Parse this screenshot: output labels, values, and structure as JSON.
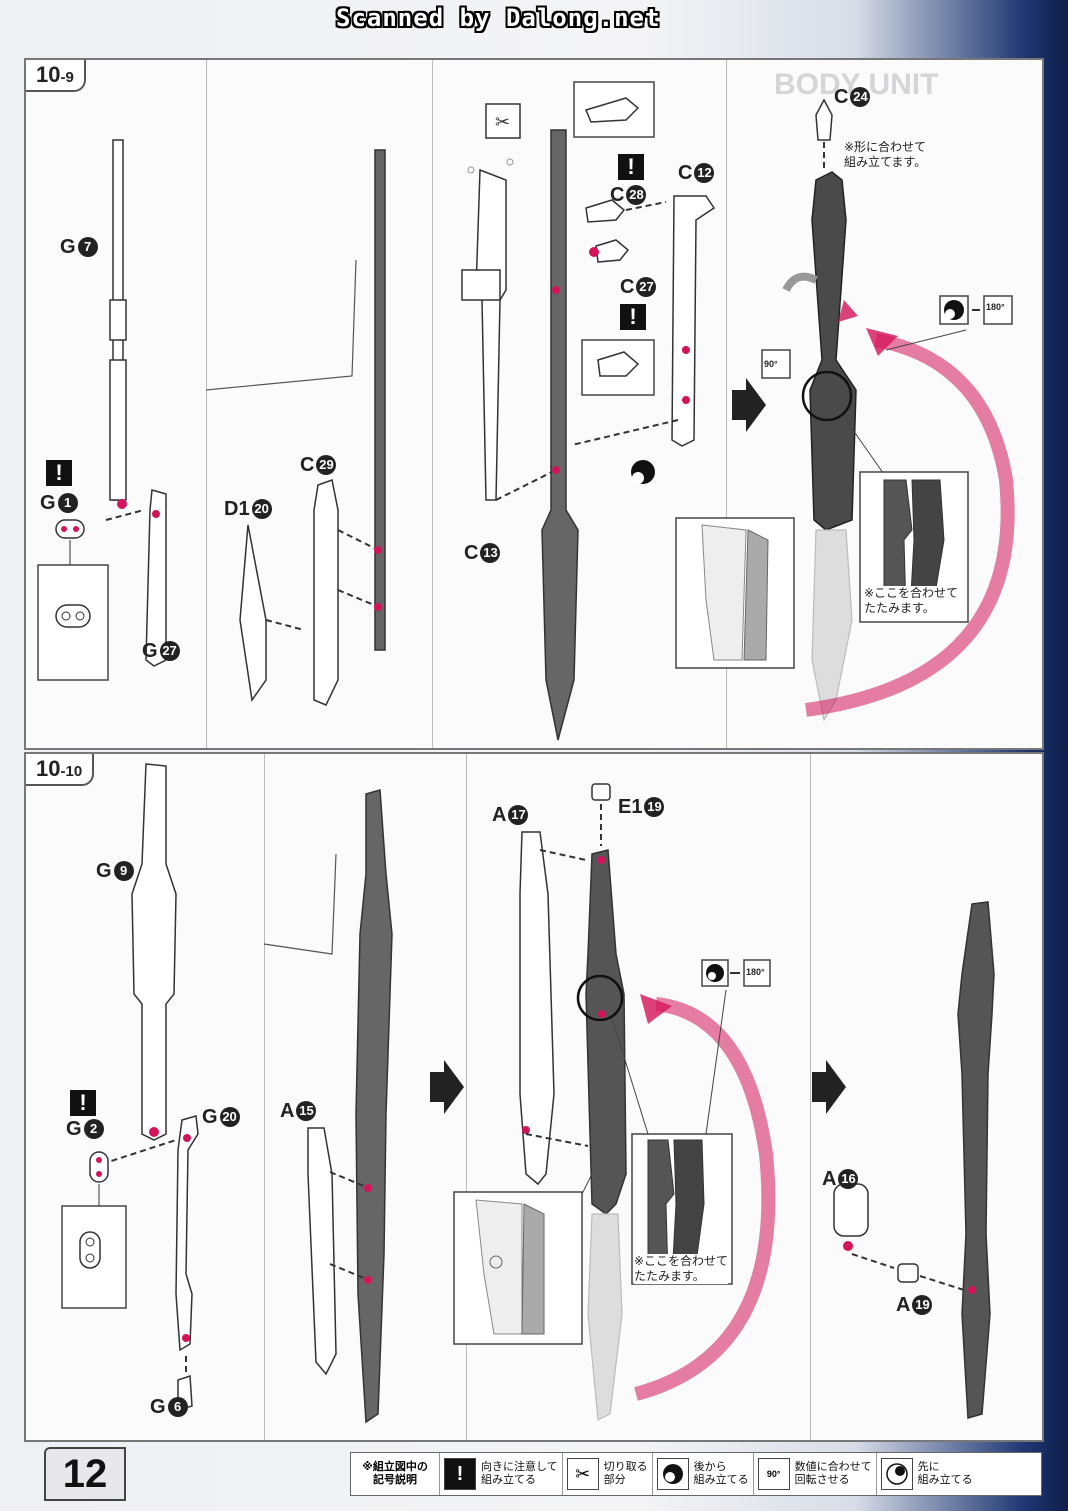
{
  "scan_banner": "Scanned by Dalong.net",
  "ghost_text": {
    "body_unit": "BODY UNIT"
  },
  "steps": [
    {
      "id": "10-9",
      "main": "10",
      "sub": "-9",
      "labels": {
        "g7": {
          "letter": "G",
          "num": "7"
        },
        "g1": {
          "letter": "G",
          "num": "1"
        },
        "g27": {
          "letter": "G",
          "num": "27"
        },
        "d1_20": {
          "letter": "D1",
          "num": "20"
        },
        "c29": {
          "letter": "C",
          "num": "29"
        },
        "c13": {
          "letter": "C",
          "num": "13"
        },
        "c28": {
          "letter": "C",
          "num": "28"
        },
        "c12": {
          "letter": "C",
          "num": "12"
        },
        "c27": {
          "letter": "C",
          "num": "27"
        },
        "c24": {
          "letter": "C",
          "num": "24"
        }
      },
      "notes": {
        "align_shape": "※形に合わせて\n組み立てます。",
        "fold_here": "※ここを合わせて\nたたみます。"
      },
      "rotation": {
        "angle_90": "90°",
        "angle_180": "180°"
      }
    },
    {
      "id": "10-10",
      "main": "10",
      "sub": "-10",
      "labels": {
        "g9": {
          "letter": "G",
          "num": "9"
        },
        "g2": {
          "letter": "G",
          "num": "2"
        },
        "g20": {
          "letter": "G",
          "num": "20"
        },
        "g6": {
          "letter": "G",
          "num": "6"
        },
        "a15": {
          "letter": "A",
          "num": "15"
        },
        "a17": {
          "letter": "A",
          "num": "17"
        },
        "e1_19": {
          "letter": "E1",
          "num": "19"
        },
        "a16": {
          "letter": "A",
          "num": "16"
        },
        "a19": {
          "letter": "A",
          "num": "19"
        }
      },
      "notes": {
        "fold_here": "※ここを合わせて\nたたみます。"
      },
      "rotation": {
        "angle_180": "180°"
      }
    }
  ],
  "warning_glyph": "!",
  "footer": {
    "page_number": "12",
    "legend_title": "※組立図中の\n記号説明",
    "legend": [
      {
        "icon": "exclamation-icon",
        "glyph": "!",
        "text": "向きに注意して\n組み立てる"
      },
      {
        "icon": "nipper-icon",
        "glyph": "✂",
        "text": "切り取る\n部分"
      },
      {
        "icon": "back-circle-icon",
        "glyph": "",
        "text": "後から\n組み立てる"
      },
      {
        "icon": "rotate-icon",
        "glyph": "90°",
        "text": "数値に合わせて\n回転させる"
      },
      {
        "icon": "first-circle-icon",
        "glyph": "",
        "text": "先に\n組み立てる"
      }
    ]
  },
  "colors": {
    "accent": "#d4145a",
    "part_dark": "#555555",
    "part_light": "#ffffff"
  }
}
